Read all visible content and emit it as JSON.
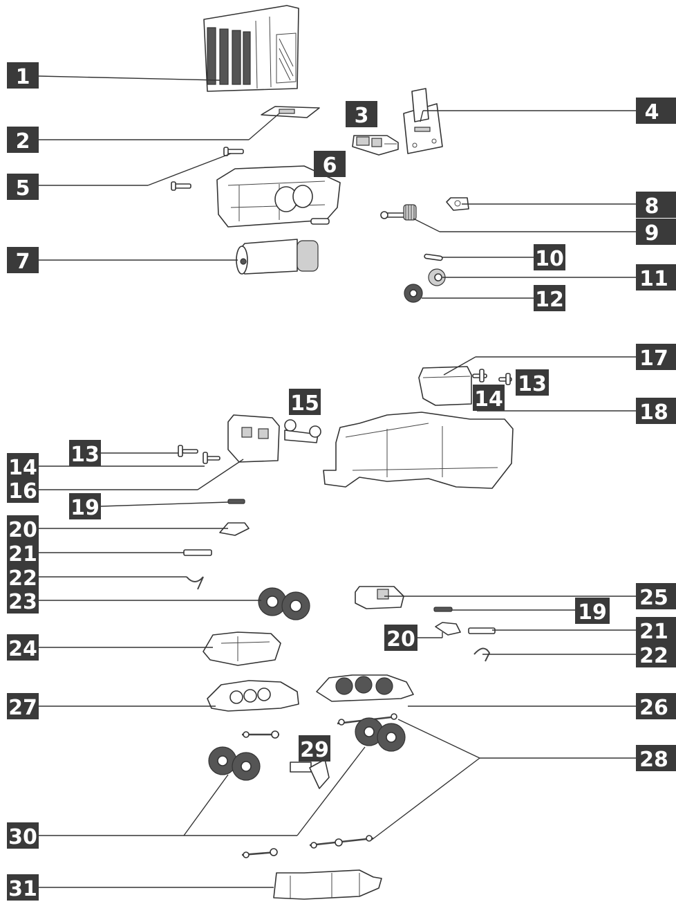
{
  "callouts": [
    {
      "id": "c1",
      "label": "1"
    },
    {
      "id": "c2",
      "label": "2"
    },
    {
      "id": "c3",
      "label": "3"
    },
    {
      "id": "c4",
      "label": "4"
    },
    {
      "id": "c5",
      "label": "5"
    },
    {
      "id": "c6",
      "label": "6"
    },
    {
      "id": "c7",
      "label": "7"
    },
    {
      "id": "c8",
      "label": "8"
    },
    {
      "id": "c9",
      "label": "9"
    },
    {
      "id": "c10",
      "label": "10"
    },
    {
      "id": "c11",
      "label": "11"
    },
    {
      "id": "c12",
      "label": "12"
    },
    {
      "id": "c13a",
      "label": "13"
    },
    {
      "id": "c13b",
      "label": "13"
    },
    {
      "id": "c14a",
      "label": "14"
    },
    {
      "id": "c14b",
      "label": "14"
    },
    {
      "id": "c15",
      "label": "15"
    },
    {
      "id": "c16",
      "label": "16"
    },
    {
      "id": "c17",
      "label": "17"
    },
    {
      "id": "c18",
      "label": "18"
    },
    {
      "id": "c19a",
      "label": "19"
    },
    {
      "id": "c19b",
      "label": "19"
    },
    {
      "id": "c20a",
      "label": "20"
    },
    {
      "id": "c20b",
      "label": "20"
    },
    {
      "id": "c21a",
      "label": "21"
    },
    {
      "id": "c21b",
      "label": "21"
    },
    {
      "id": "c22a",
      "label": "22"
    },
    {
      "id": "c22b",
      "label": "22"
    },
    {
      "id": "c23",
      "label": "23"
    },
    {
      "id": "c24",
      "label": "24"
    },
    {
      "id": "c25",
      "label": "25"
    },
    {
      "id": "c26",
      "label": "26"
    },
    {
      "id": "c27",
      "label": "27"
    },
    {
      "id": "c28",
      "label": "28"
    },
    {
      "id": "c29",
      "label": "29"
    },
    {
      "id": "c30",
      "label": "30"
    },
    {
      "id": "c31",
      "label": "31"
    }
  ]
}
